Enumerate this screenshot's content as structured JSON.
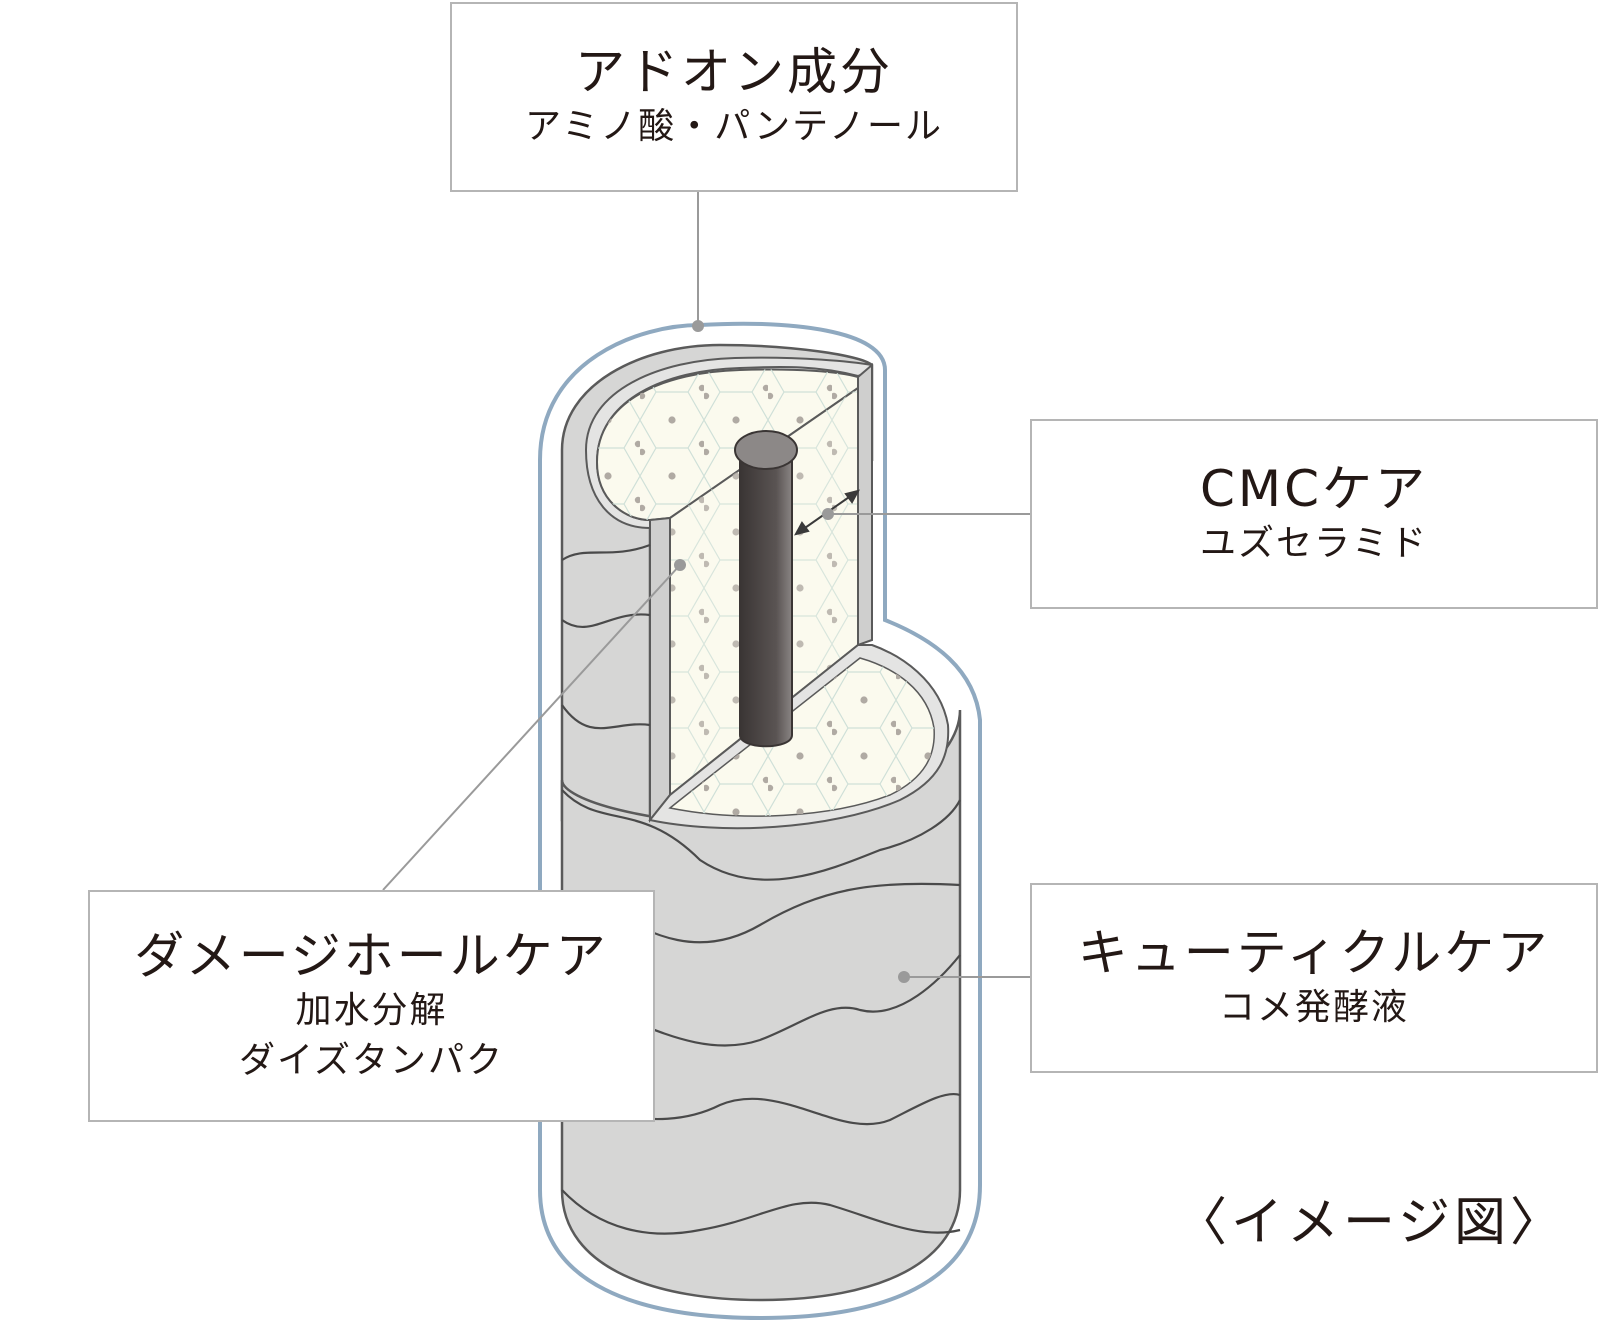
{
  "labels": {
    "addon": {
      "title": "アドオン成分",
      "sub": "アミノ酸・パンテノール"
    },
    "cmc": {
      "title": "CMCケア",
      "sub": "ユズセラミド"
    },
    "damage": {
      "title": "ダメージホールケア",
      "sub1": "加水分解",
      "sub2": "ダイズタンパク"
    },
    "cuticle": {
      "title": "キューティクルケア",
      "sub": "コメ発酵液"
    }
  },
  "caption": "〈イメージ図〉",
  "colors": {
    "outline": "#8fa9c0",
    "cuticle": "#d6d6d5",
    "cortex": "#fbfaee",
    "medulla": "#4a4544",
    "leader": "#9a9a9a",
    "text": "#231815"
  }
}
